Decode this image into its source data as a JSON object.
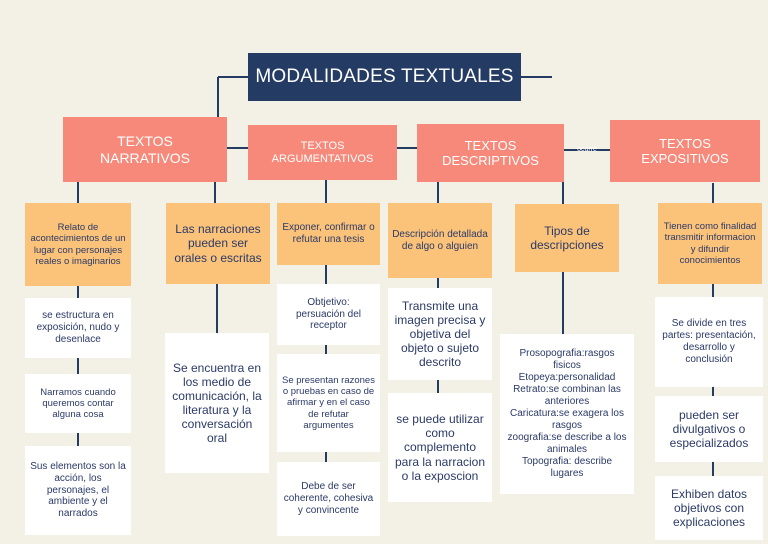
{
  "title": "MODALIDADES TEXTUALES",
  "side_mark": "ocurre",
  "headers": {
    "narrativos": "TEXTOS\nNARRATIVOS",
    "argumentativos": "TEXTOS\nARGUMENTATIVOS",
    "descriptivos": "TEXTOS\nDESCRIPTIVOS",
    "expositivos": "TEXTOS\nEXPOSITIVOS"
  },
  "narrativos": {
    "def": "Relato de acontecimientos de un lugar con personajes reales o imaginarios",
    "oral": "Las narraciones pueden ser orales o escritas",
    "estructura": "se estructura en exposición, nudo y desenlace",
    "narramos": "Narramos cuando queremos contar alguna cosa",
    "elementos": "Sus elementos son  la acción, los personajes, el ambiente y el narrados",
    "medios": "Se encuentra en los medio de comunicación, la literatura y la conversación oral"
  },
  "argumentativos": {
    "def": "Exponer, confirmar o refutar una tesis",
    "objetivo": "Obtjetivo: persuación del receptor",
    "razones": "Se presentan razones o pruebas en caso de afirmar y en el caso de refutar argumentes",
    "coherente": "Debe de ser coherente, cohesiva y convincente"
  },
  "descriptivos": {
    "def": "Descripción detallada de algo o alguien",
    "transmite": "Transmite una imagen precisa y objetiva del objeto o sujeto descrito",
    "complemento": "se puede utilizar como complemento para la narracion o la exposcion",
    "tipos": "Tipos de descripciones",
    "tipos_list": "Prosopografia:rasgos fisicos\nEtopeya:personalidad\nRetrato:se combinan las anteriores\nCaricatura:se exagera los rasgos\nzoografia:se describe a los animales\nTopografia: describe lugares"
  },
  "expositivos": {
    "def": "Tienen como finalidad transmitir informacion y difundir conocimientos",
    "partes": "Se divide en tres partes: presentación, desarrollo y conclusión",
    "divulgativos": "pueden ser divulgativos o especializados",
    "datos": "Exhiben datos objetivos con explicaciones"
  }
}
